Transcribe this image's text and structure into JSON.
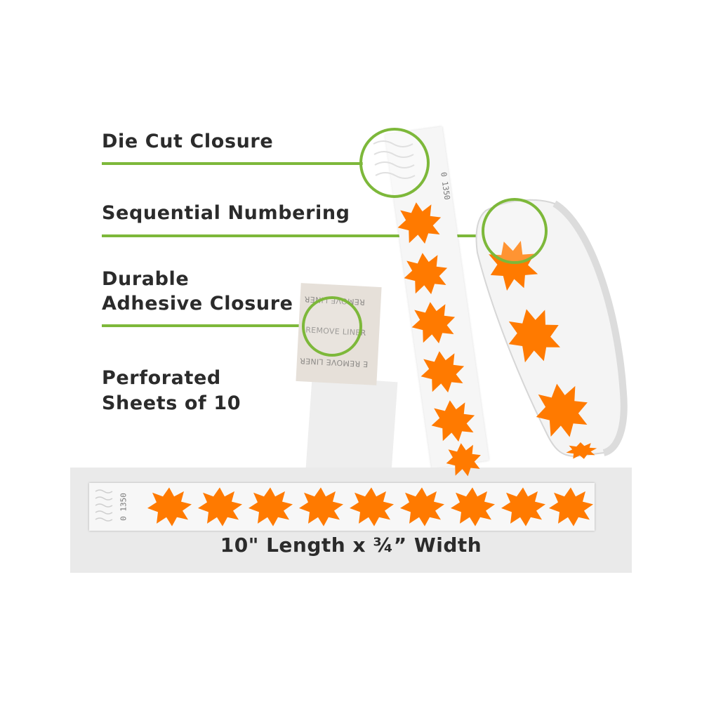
{
  "features": [
    {
      "label": "Die Cut Closure"
    },
    {
      "label": "Sequential Numbering"
    },
    {
      "label_line1": "Durable",
      "label_line2": "Adhesive Closure"
    },
    {
      "label_line1": "Perforated",
      "label_line2": "Sheets of 10"
    }
  ],
  "liner_text": [
    "REMOVE LINER",
    "REMOVE LINER",
    "E REMOVE LINER"
  ],
  "band_number": "0 1350",
  "dimensions": "10\" Length x ¾” Width",
  "colors": {
    "accent_green": "#7db83a",
    "starburst_orange": "#ff7a00",
    "text_dark": "#2b2b2b",
    "panel_gray": "#eaeaea"
  },
  "icons": [
    "starburst-icon"
  ]
}
